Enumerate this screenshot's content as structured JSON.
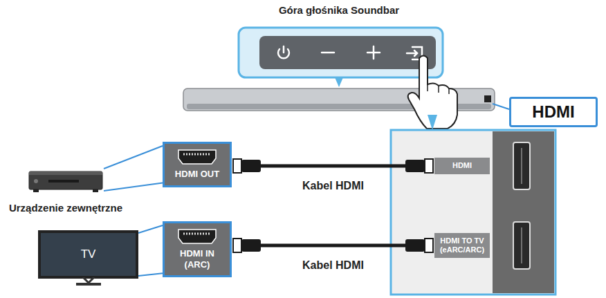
{
  "diagram": {
    "title": "Góra głośnika Soundbar",
    "nodes": [
      {
        "text": [
          "Urządzenie zewnętrzne"
        ]
      },
      {
        "text": [
          "HDMI OUT"
        ]
      },
      {
        "text": [
          "TV"
        ]
      },
      {
        "text": [
          "HDMI IN (ARC)"
        ]
      },
      {
        "text": [
          "HDMI"
        ]
      },
      {
        "text": [
          "HDMI TO TV (eARC/ARC)"
        ]
      },
      {
        "text": [
          "HDMI"
        ]
      }
    ],
    "edges": [
      {
        "from": 0,
        "to": 1,
        "arrow": "none"
      },
      {
        "from": 1,
        "to": 4,
        "label": "Kabel HDMI",
        "arrow": "none"
      },
      {
        "from": 2,
        "to": 3,
        "arrow": "none"
      },
      {
        "from": 3,
        "to": 5,
        "label": "Kabel HDMI",
        "arrow": "none"
      }
    ]
  }
}
